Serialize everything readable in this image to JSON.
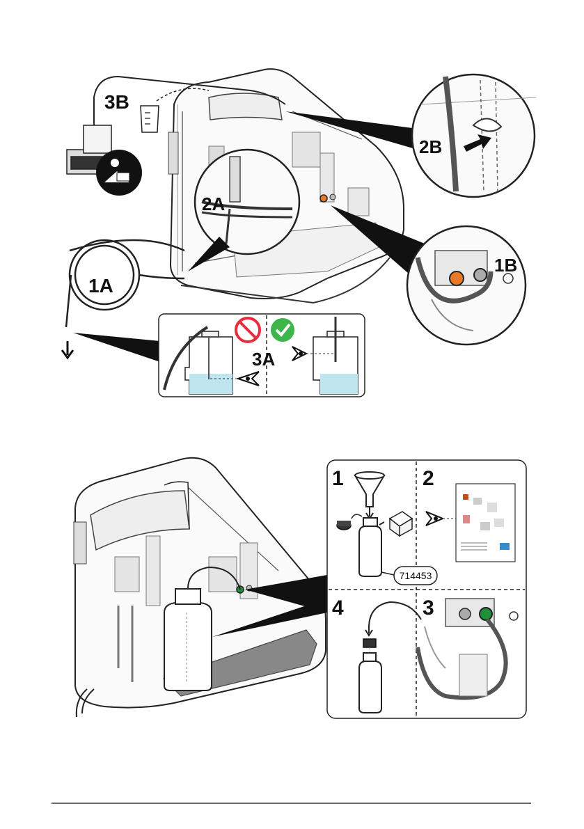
{
  "figure1": {
    "callouts": {
      "c1a": "1A",
      "c1b": "1B",
      "c2a": "2A",
      "c2b": "2B",
      "c3a": "3A",
      "c3b": "3B"
    },
    "colors": {
      "fitting_1b": "#e8782a",
      "forbidden": "#e52d3b",
      "correct": "#3db54a",
      "liquid": "#bfe6ef"
    }
  },
  "figure2": {
    "steps": {
      "s1": "1",
      "s2": "2",
      "s3": "3",
      "s4": "4"
    },
    "part_number": "714453",
    "colors": {
      "fitting_3": "#1f8f3a"
    }
  },
  "icons": [
    "read-manual-icon",
    "prohibited-icon",
    "checkmark-icon",
    "eye-icon",
    "funnel-icon",
    "down-arrow-icon"
  ]
}
